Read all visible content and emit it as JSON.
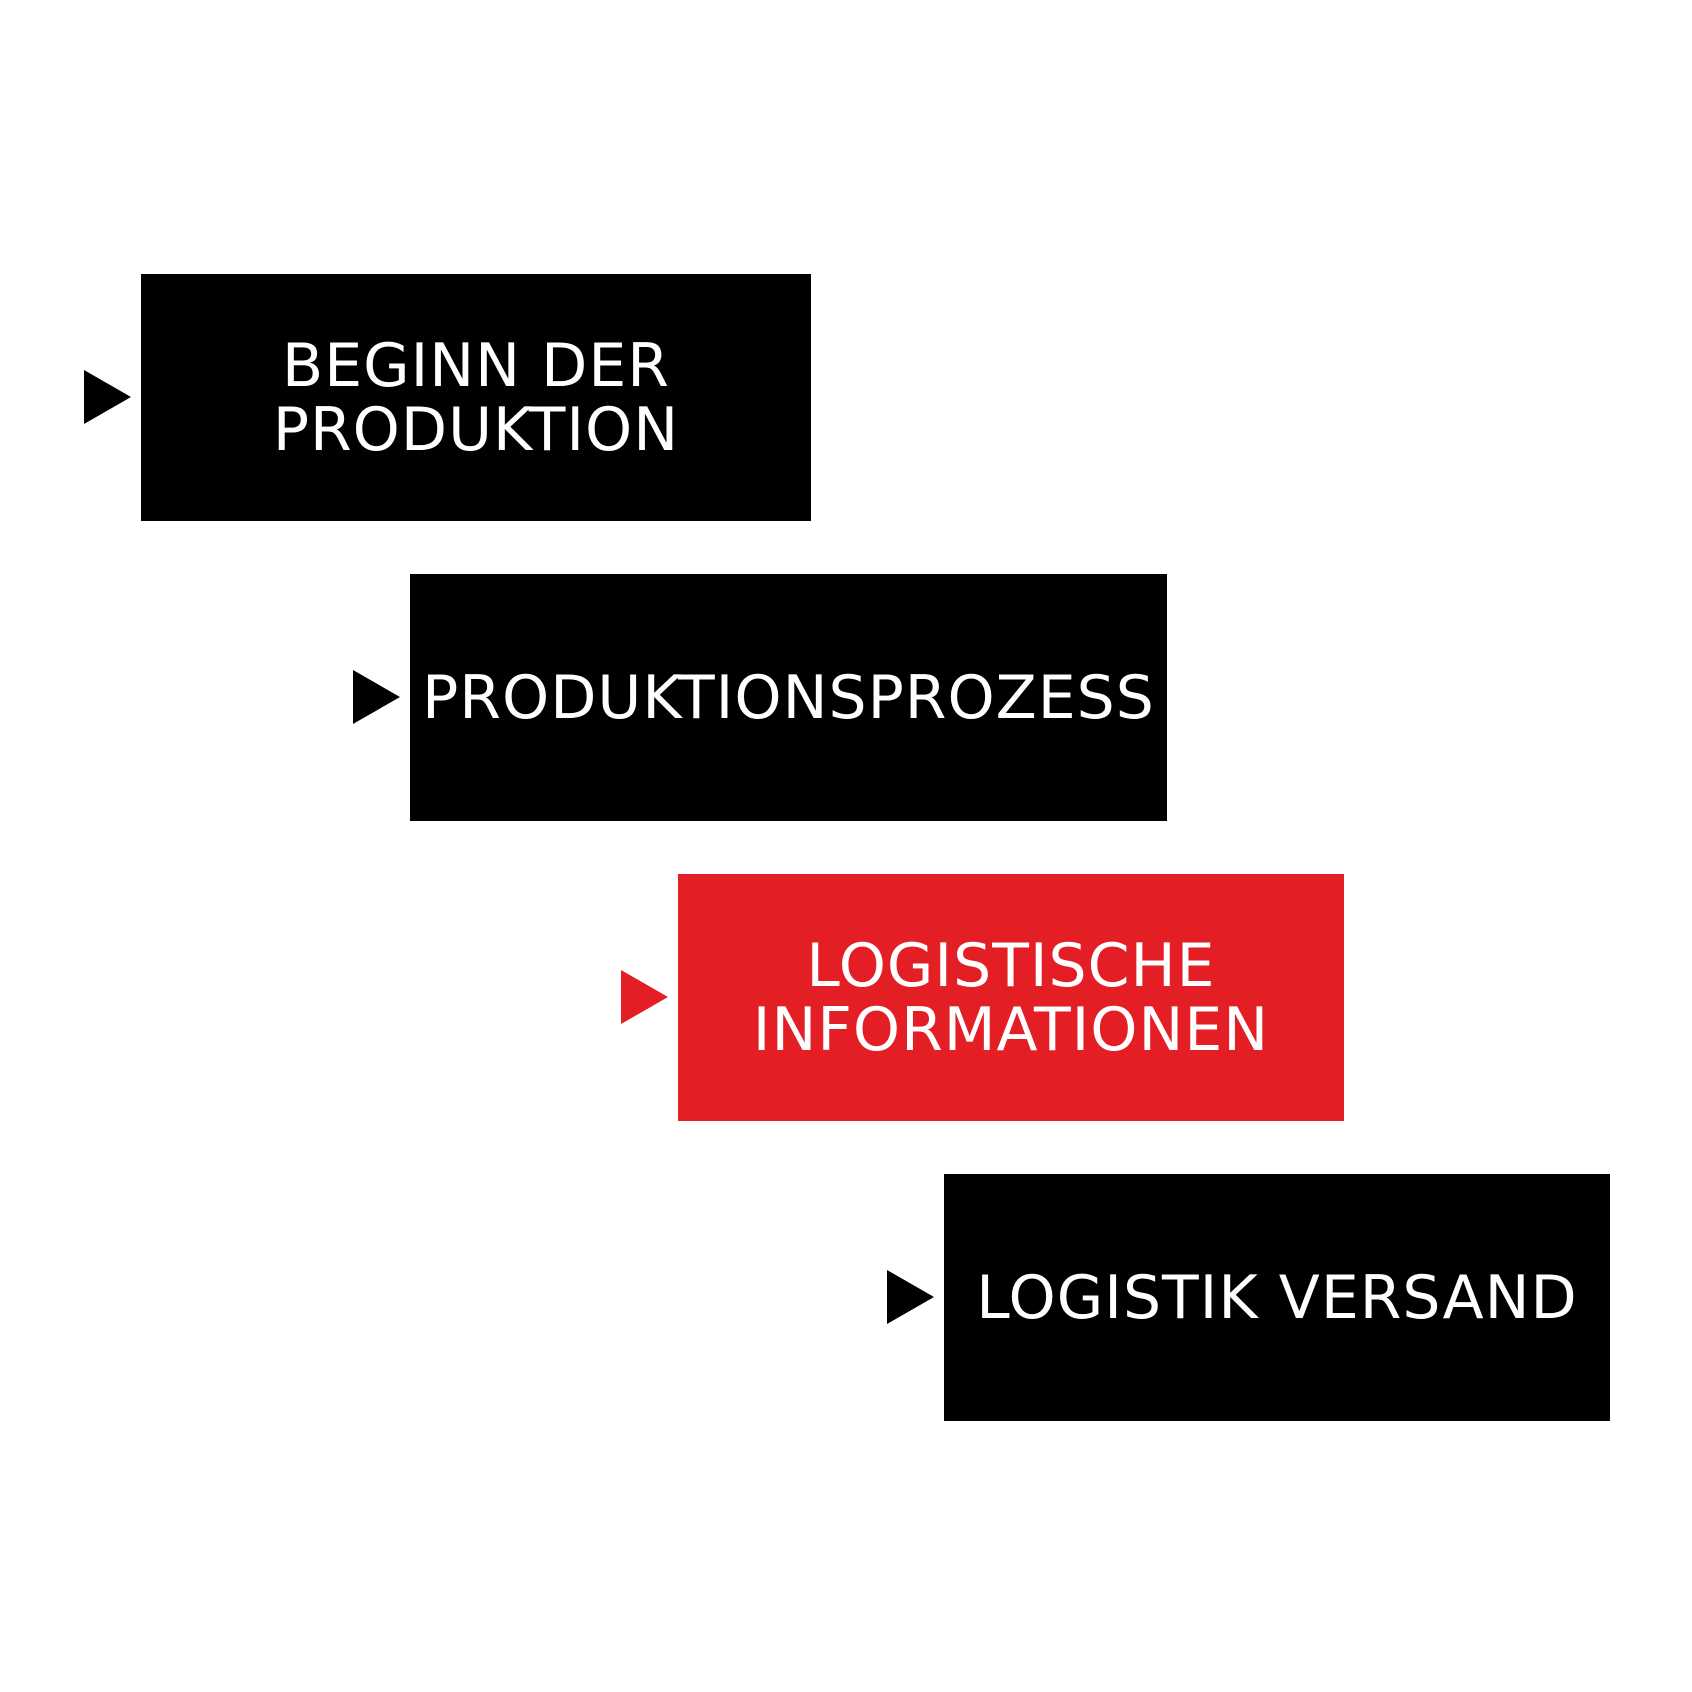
{
  "steps": [
    {
      "label": "BEGINN DER\nPRODUKTION",
      "color": "#000000"
    },
    {
      "label": "PRODUKTIONSPROZESS",
      "color": "#000000"
    },
    {
      "label": "LOGISTISCHE\nINFORMATIONEN",
      "color": "#e31e24"
    },
    {
      "label": "LOGISTIK VERSAND",
      "color": "#000000"
    }
  ],
  "arrow_icon": "triangle-right-icon"
}
